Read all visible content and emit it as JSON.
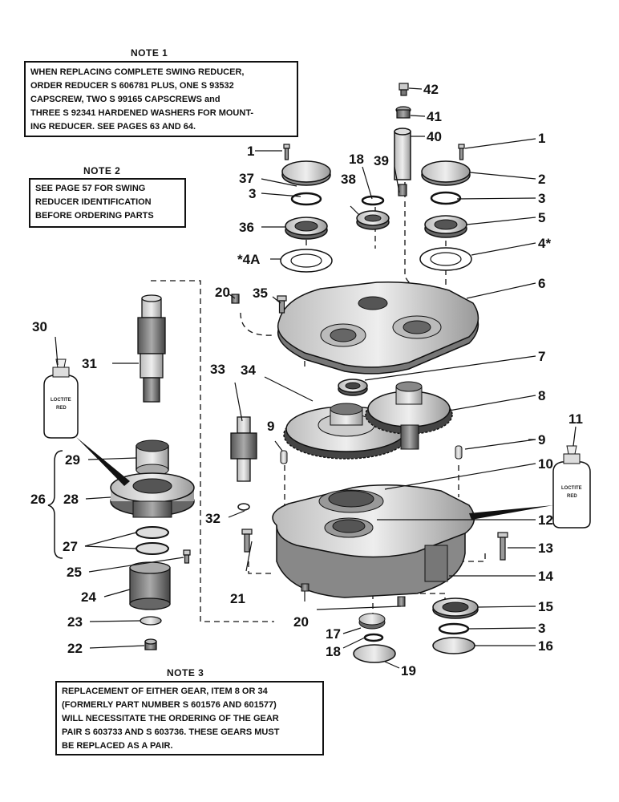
{
  "notes": {
    "note1": {
      "title": "NOTE 1",
      "lines": [
        "WHEN REPLACING COMPLETE SWING REDUCER,",
        "ORDER REDUCER S 606781 PLUS, ONE S 93532",
        "CAPSCREW, TWO S 99165 CAPSCREWS and",
        "THREE S 92341 HARDENED WASHERS FOR MOUNT-",
        "ING REDUCER.  SEE PAGES 63 AND 64."
      ]
    },
    "note2": {
      "title": "NOTE 2",
      "lines": [
        "SEE PAGE 57 FOR SWING",
        "REDUCER IDENTIFICATION",
        "BEFORE ORDERING PARTS"
      ]
    },
    "note3": {
      "title": "NOTE 3",
      "lines": [
        "REPLACEMENT OF EITHER GEAR, ITEM 8 OR 34",
        "(FORMERLY PART NUMBER S 601576 AND 601577)",
        "WILL NECESSITATE THE ORDERING OF THE GEAR",
        "PAIR S 603733 AND S 603736.  THESE GEARS MUST",
        "BE REPLACED AS A PAIR."
      ]
    }
  },
  "callouts": {
    "c1l": "1",
    "c1r": "1",
    "c2": "2",
    "c3a": "3",
    "c3b": "3",
    "c3c": "3",
    "c4": "4*",
    "c4a": "*4A",
    "c5": "5",
    "c6": "6",
    "c7": "7",
    "c8": "8",
    "c9a": "9",
    "c9b": "9",
    "c10": "10",
    "c11": "11",
    "c12": "12",
    "c13": "13",
    "c14": "14",
    "c15": "15",
    "c16": "16",
    "c17": "17",
    "c18a": "18",
    "c18b": "18",
    "c19": "19",
    "c20a": "20",
    "c20b": "20",
    "c21": "21",
    "c22": "22",
    "c23": "23",
    "c24": "24",
    "c25": "25",
    "c26": "26",
    "c27": "27",
    "c28": "28",
    "c29": "29",
    "c30": "30",
    "c31": "31",
    "c32": "32",
    "c33": "33",
    "c34": "34",
    "c35": "35",
    "c36": "36",
    "c37": "37",
    "c38": "38",
    "c39": "39",
    "c40": "40",
    "c41": "41",
    "c42": "42"
  },
  "bottle_labels": {
    "left": [
      "LOCTITE",
      "RED"
    ],
    "right": [
      "LOCTITE",
      "RED"
    ]
  }
}
